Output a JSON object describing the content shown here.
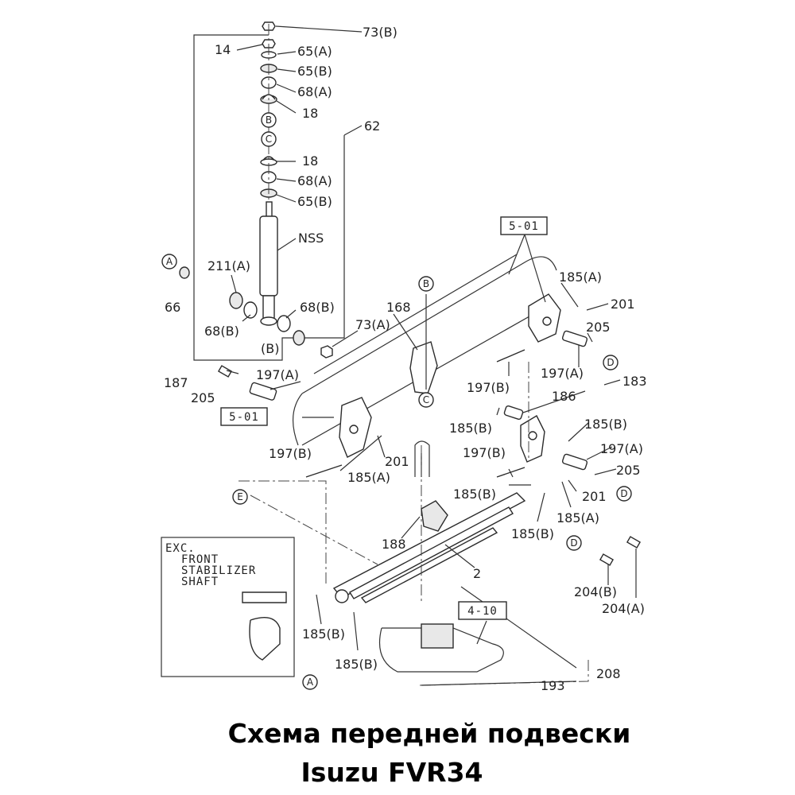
{
  "labels": {
    "l73b_top": "73(B)",
    "l14": "14",
    "l65a": "65(A)",
    "l65b_1": "65(B)",
    "l68a_1": "68(A)",
    "l18_1": "18",
    "l62": "62",
    "l18_2": "18",
    "l68a_2": "68(A)",
    "l65b_2": "65(B)",
    "lnss": "NSS",
    "l66": "66",
    "l211a": "211(A)",
    "l68b_left": "68(B)",
    "l68b_right": "68(B)",
    "l73a": "73(A)",
    "l65b_partial": "(B)",
    "l168": "168",
    "l185a_1": "185(A)",
    "l201_1": "201",
    "l205_1": "205",
    "l197a_1": "197(A)",
    "l187": "187",
    "l197a_2": "197(A)",
    "l205_2": "205",
    "l197b_1": "197(B)",
    "l183": "183",
    "l186": "186",
    "l185b_1": "185(B)",
    "l185b_2": "185(B)",
    "l197a_3": "197(A)",
    "l205_3": "205",
    "l197b_2": "197(B)",
    "l185a_2": "185(A)",
    "l201_2": "201",
    "l197b_3": "197(B)",
    "l185b_3": "185(B)",
    "l201_3": "201",
    "l185a_3": "185(A)",
    "l185b_4": "185(B)",
    "l188": "188",
    "l2": "2",
    "l204b": "204(B)",
    "l204a": "204(A)",
    "l185b_5": "185(B)",
    "l185b_6": "185(B)",
    "l208": "208",
    "l193": "193"
  },
  "boxes": {
    "ref_501_top": "5-01",
    "ref_501_left": "5-01",
    "ref_410": "4-10"
  },
  "callouts": {
    "a1": "A",
    "a2": "A",
    "b1": "B",
    "b2": "B",
    "c1": "C",
    "c2": "C",
    "d1": "D",
    "d2": "D",
    "d3": "D",
    "e1": "E"
  },
  "exc_note": [
    "EXC.",
    "FRONT",
    "STABILIZER",
    "SHAFT"
  ],
  "caption": {
    "line1": "Схема передней подвески",
    "line2": "Isuzu FVR34"
  }
}
